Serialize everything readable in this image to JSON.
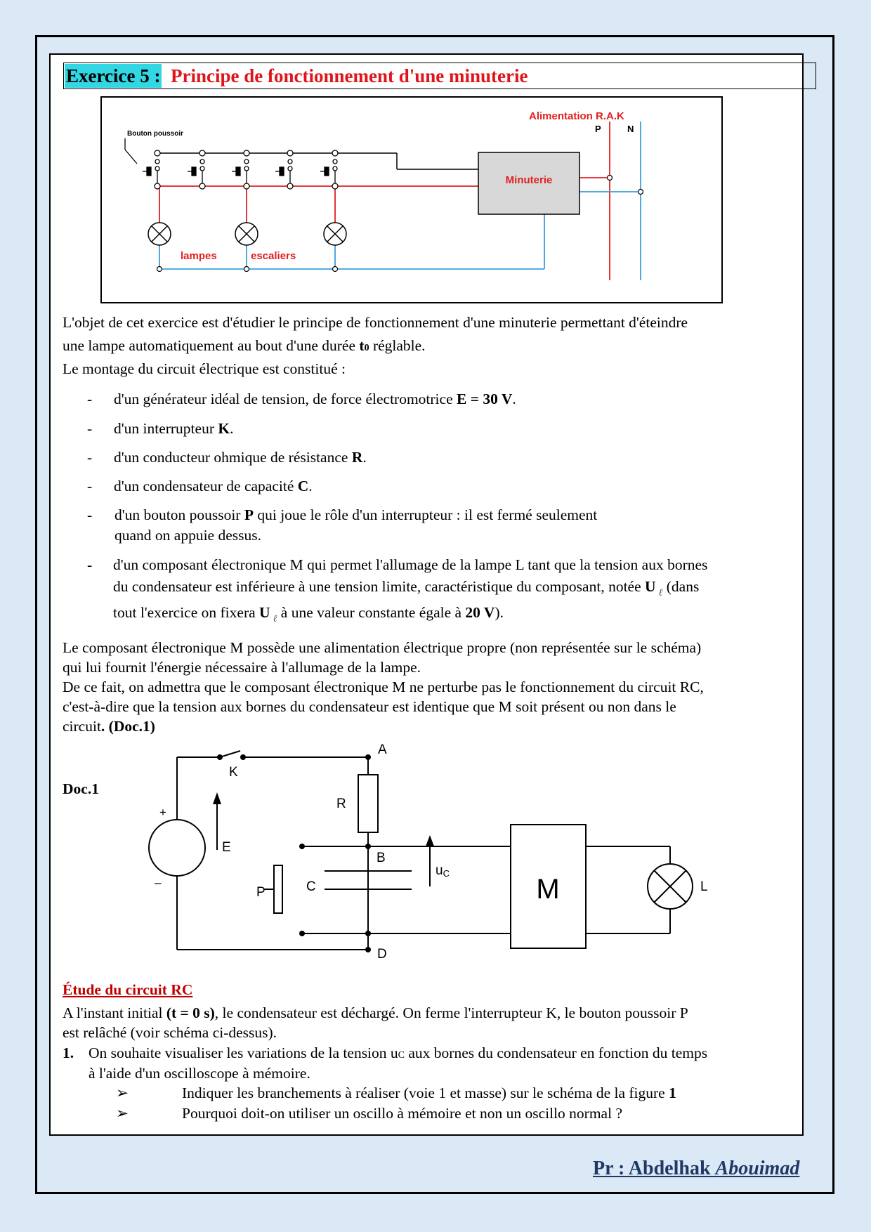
{
  "header": {
    "exercise_label": "Exercice 5 :",
    "title": "Principe de fonctionnement d'une minuterie"
  },
  "figure1": {
    "alimentation": "Alimentation R.A.K",
    "p": "P",
    "n": "N",
    "bouton": "Bouton poussoir",
    "minuterie": "Minuterie",
    "lampes": "lampes",
    "escaliers": "escaliers"
  },
  "intro": {
    "line1": "L'objet de cet exercice est d'étudier le principe de fonctionnement d'une minuterie permettant d'éteindre",
    "line2_a": "une lampe automatiquement au bout d'une durée ",
    "line2_t": "t",
    "line2_sub": "0",
    "line2_b": " réglable.",
    "line3": "Le montage du circuit électrique est constitué :"
  },
  "components": [
    {
      "a": "d'un générateur idéal de tension, de force électromotrice ",
      "b": "E = 30 V",
      "c": "."
    },
    {
      "a": "d'un interrupteur ",
      "b": "K",
      "c": "."
    },
    {
      "a": "d'un conducteur ohmique de résistance ",
      "b": "R",
      "c": "."
    },
    {
      "a": "d'un condensateur de capacité ",
      "b": "C",
      "c": "."
    }
  ],
  "bouton_item": {
    "a": "d'un bouton poussoir ",
    "b": "P",
    "c": " qui joue le rôle d'un interrupteur : il est fermé seulement",
    "line2": "quand on appuie dessus."
  },
  "composant_item": {
    "line1": "d'un composant électronique M qui permet l'allumage de la lampe L tant que la tension aux bornes",
    "line2_a": "du condensateur est inférieure à une tension limite, caractéristique du composant, notée ",
    "u": "U",
    "l": "ℓ",
    "line2_b": " (dans",
    "line3_a": "tout l'exercice on fixera ",
    "line3_b": " à une valeur constante égale à ",
    "value": "20 V",
    "line3_c": ")."
  },
  "para2": {
    "line1": "Le composant électronique M possède une alimentation électrique propre (non représentée sur le schéma)",
    "line2": "qui lui fournit l'énergie nécessaire à l'allumage de la lampe.",
    "line3": "De ce fait, on admettra que le composant électronique M ne perturbe pas le fonctionnement du circuit RC,",
    "line4": "c'est-à-dire que la tension aux bornes du condensateur est identique que M soit présent ou non dans le",
    "line5_a": "circuit",
    "line5_b": ". (Doc.1)"
  },
  "doc1": {
    "label": "Doc.1",
    "a": "A",
    "b": "B",
    "d": "D",
    "k": "K",
    "r": "R",
    "e": "E",
    "plus": "+",
    "minus": "–",
    "p": "P",
    "c": "C",
    "u": "u",
    "u_sub": "C",
    "m": "M",
    "l": "L"
  },
  "rc_section": {
    "heading": "Étude du circuit RC",
    "line1_a": "A l'instant initial ",
    "line1_b": "(t = 0 s)",
    "line1_c": ", le condensateur est déchargé. On ferme l'interrupteur K, le bouton poussoir P",
    "line2": "est relâché (voir schéma ci-dessus).",
    "q_num": "1.",
    "q1_a": "On souhaite visualiser les variations de la tension u",
    "q1_sub": "C",
    "q1_b": " aux bornes du condensateur en fonction du temps",
    "q1_line2": "à l'aide d'un oscilloscope à mémoire.",
    "arrow": "➢",
    "b1_a": "Indiquer les branchements à réaliser (voie 1 et masse) sur le schéma de la figure ",
    "b1_b": "1",
    "b2": "Pourquoi doit-on utiliser un oscillo à mémoire et non un oscillo normal ?"
  },
  "footer": {
    "prefix": "Pr : Abdelhak ",
    "name": "Abouimad"
  },
  "colors": {
    "accent_cyan": "#33d6e3",
    "title_red": "#e0141a",
    "wire_red": "#e02020",
    "wire_blue": "#3aa0dc",
    "footer_blue": "#1f3864"
  }
}
